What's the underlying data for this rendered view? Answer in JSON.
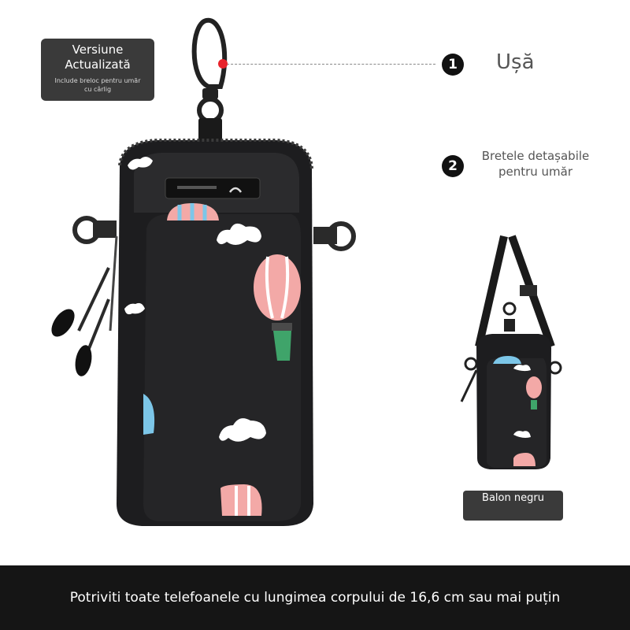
{
  "badge": {
    "line1": "Versiune",
    "line2": "Actualizată",
    "note": "Include breloc pentru umăr cu cârlig"
  },
  "callouts": [
    {
      "number": "1",
      "label": "Ușă"
    },
    {
      "number": "2",
      "label": "Bretele detașabile pentru umăr"
    }
  ],
  "variant": {
    "label": "Balon negru"
  },
  "footer": {
    "text": "Potriviti toate telefoanele cu lungimea corpului de 16,6 cm sau mai puțin"
  },
  "colors": {
    "bag_body": "#1d1d1f",
    "badge_bg": "#3a3a3a",
    "footer_bg": "#151515",
    "balloon_pink": "#f3a9a7",
    "balloon_blue": "#7cc6e8",
    "accent_red": "#e8232b"
  }
}
